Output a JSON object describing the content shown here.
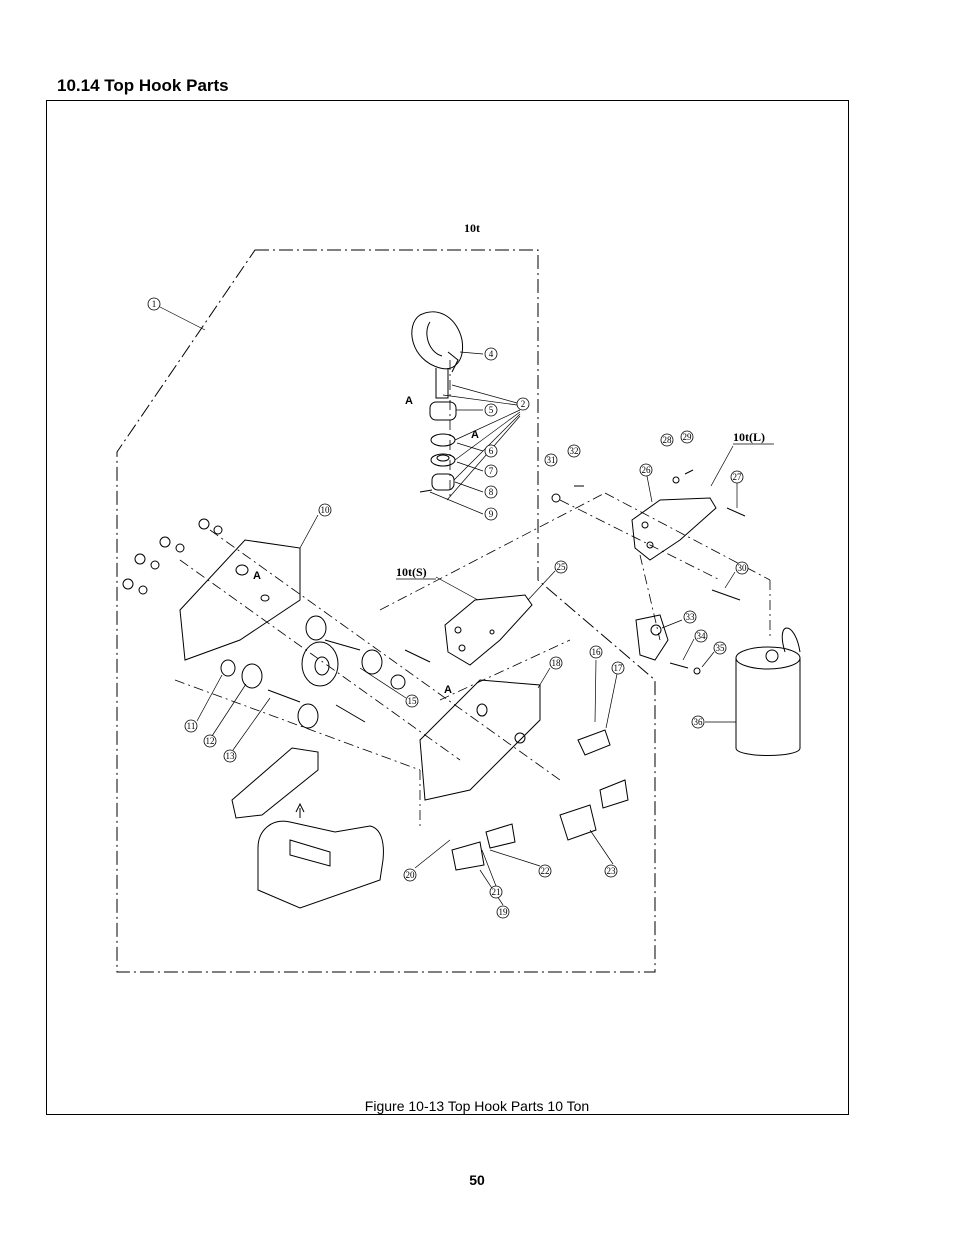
{
  "section_title": "10.14 Top Hook Parts",
  "figure": {
    "caption": "Figure 10-13 Top Hook Parts 10 Ton",
    "variant_labels": {
      "top": "10t",
      "short": "10t(S)",
      "long": "10t(L)"
    },
    "section_marker": "A",
    "callouts": [
      "1",
      "2",
      "4",
      "5",
      "6",
      "7",
      "8",
      "9",
      "10",
      "11",
      "12",
      "13",
      "15",
      "16",
      "17",
      "18",
      "19",
      "20",
      "21",
      "22",
      "23",
      "25",
      "26",
      "27",
      "28",
      "29",
      "30",
      "31",
      "32",
      "33",
      "34",
      "35",
      "36"
    ]
  },
  "page_number": "50"
}
